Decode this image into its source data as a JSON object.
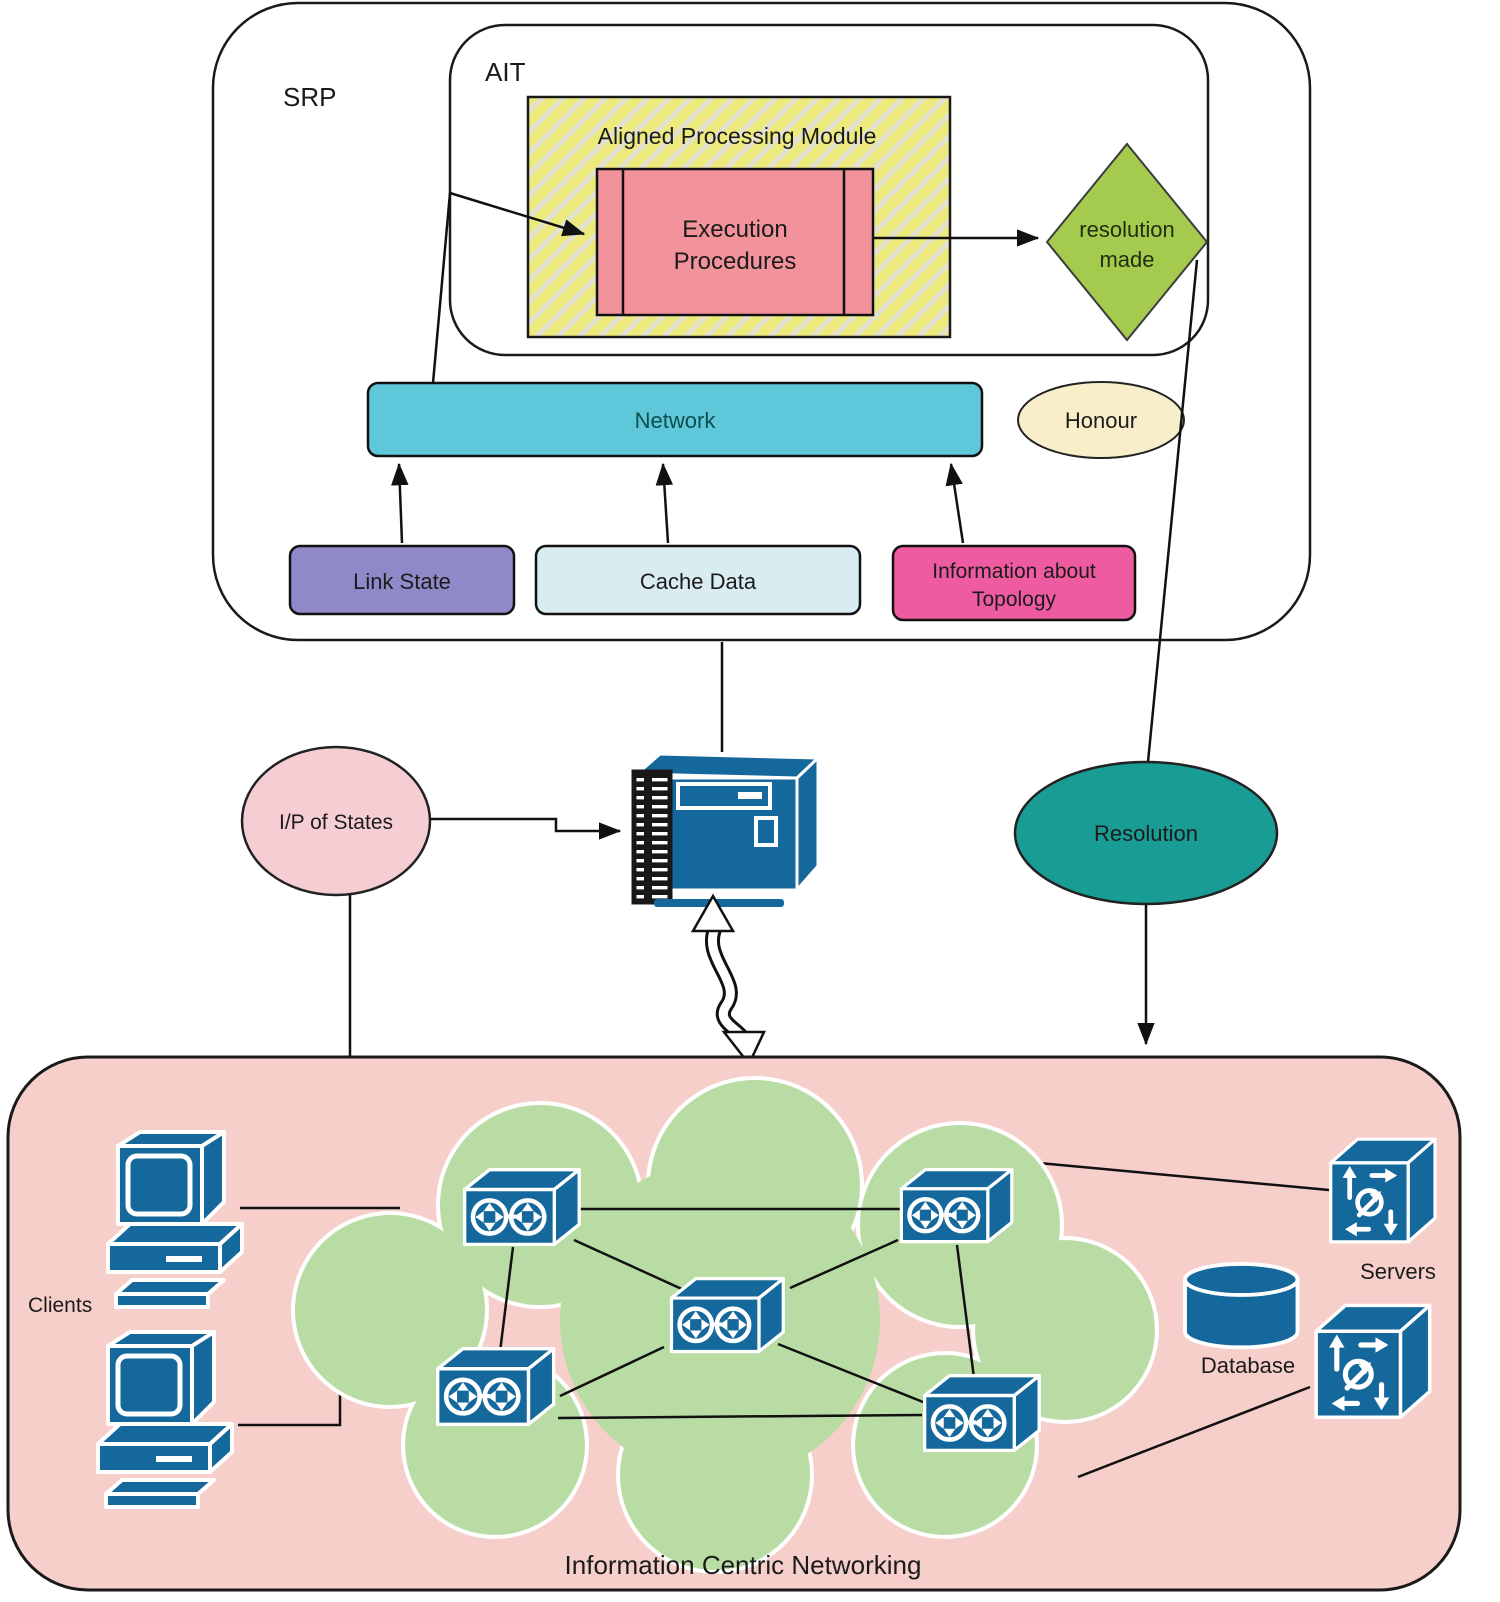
{
  "diagram": {
    "srp_label": "SRP",
    "ait_label": "AIT",
    "aligned_module_label": "Aligned Processing Module",
    "execution_procedures": {
      "line1": "Execution",
      "line2": "Procedures"
    },
    "resolution_made": {
      "line1": "resolution",
      "line2": "made"
    },
    "network_label": "Network",
    "honour_label": "Honour",
    "link_state_label": "Link State",
    "cache_data_label": "Cache Data",
    "information_about_topology": {
      "line1": "Information about",
      "line2": "Topology"
    },
    "ip_of_states_label": "I/P of States",
    "resolution_label": "Resolution",
    "icn": {
      "clients_label": "Clients",
      "servers_label": "Servers",
      "database_label": "Database",
      "title": "Information Centric Networking",
      "router_count": 5,
      "client_count": 2,
      "switch_count": 2
    }
  },
  "icons": {
    "client_computer": "client-computer-icon",
    "router": "router-icon",
    "switch": "multilayer-switch-icon",
    "database": "database-cylinder-icon",
    "server_tower": "server-tower-icon",
    "zigzag_arrow": "double-headed-zigzag-arrow-icon"
  },
  "colors": {
    "icon_blue": "#15689B",
    "cloud_green": "#B9DCA4",
    "icn_pink": "#F6CFCB",
    "diamond_green": "#A4CA4E",
    "module_yellow": "#EDEA7D",
    "execution_pink": "#F2939B",
    "network_teal": "#5EC7D9",
    "honour_cream": "#F8EEC9",
    "link_state_purple": "#9089C9",
    "cache_data_blue": "#D8ECF2",
    "topology_magenta": "#EF5BA1",
    "input_states_pink": "#F6CDD3",
    "resolution_teal": "#189C94",
    "outline_black": "#111111"
  }
}
